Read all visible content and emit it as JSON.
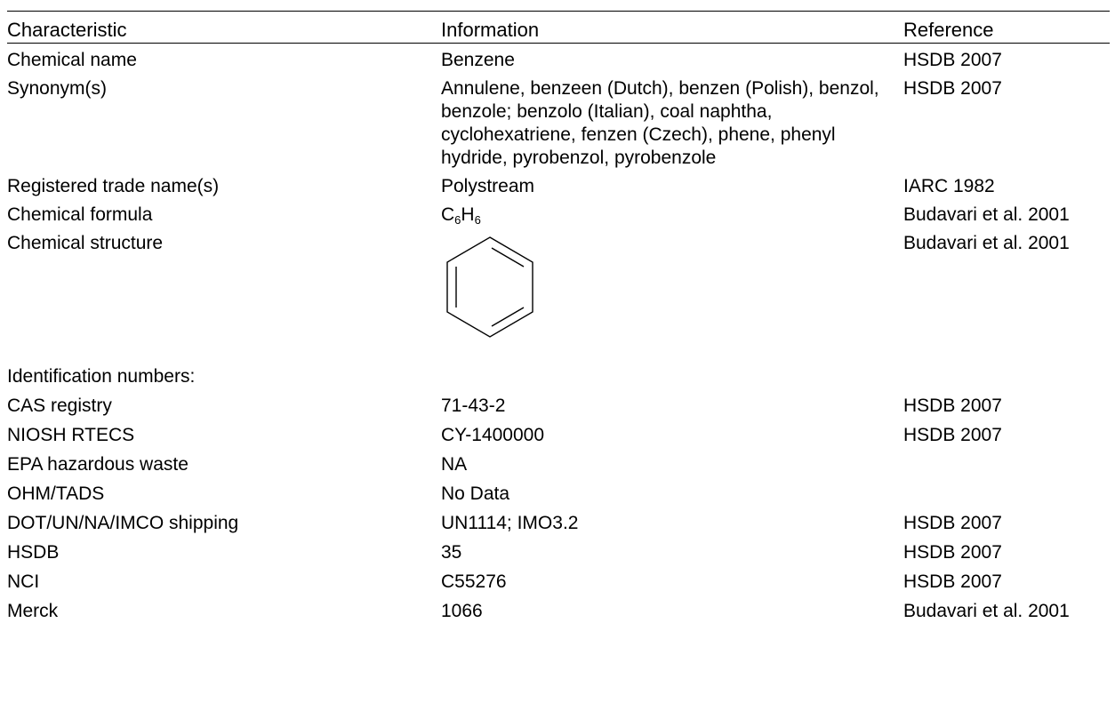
{
  "table": {
    "headers": {
      "characteristic": "Characteristic",
      "information": "Information",
      "reference": "Reference"
    },
    "rows": [
      {
        "characteristic": "Chemical name",
        "information": "Benzene",
        "reference": "HSDB 2007"
      },
      {
        "characteristic": "Synonym(s)",
        "information": "Annulene, benzeen (Dutch), benzen (Polish), benzol, benzole; benzolo (Italian), coal naphtha, cyclohexatriene, fenzen (Czech), phene, phenyl hydride, pyrobenzol, pyrobenzole",
        "reference": "HSDB 2007"
      },
      {
        "characteristic": "Registered trade name(s)",
        "information": "Polystream",
        "reference": "IARC 1982"
      },
      {
        "characteristic": "Chemical formula",
        "information_c": "C",
        "information_sub1": "6",
        "information_h": "H",
        "information_sub2": "6",
        "reference": "Budavari et al. 2001"
      },
      {
        "characteristic": "Chemical structure",
        "reference": "Budavari et al. 2001"
      },
      {
        "characteristic": "Identification numbers:"
      },
      {
        "characteristic": "CAS registry",
        "information": "71-43-2",
        "reference": "HSDB 2007"
      },
      {
        "characteristic": "NIOSH RTECS",
        "information": "CY-1400000",
        "reference": "HSDB 2007"
      },
      {
        "characteristic": "EPA hazardous waste",
        "information": "NA"
      },
      {
        "characteristic": "OHM/TADS",
        "information": "No Data"
      },
      {
        "characteristic": "DOT/UN/NA/IMCO shipping",
        "information": "UN1114; IMO3.2",
        "reference": "HSDB 2007"
      },
      {
        "characteristic": "HSDB",
        "information": "35",
        "reference": "HSDB 2007"
      },
      {
        "characteristic": "NCI",
        "information": "C55276",
        "reference": "HSDB 2007"
      },
      {
        "characteristic": "Merck",
        "information": "1066",
        "reference": "Budavari et al. 2001"
      }
    ]
  }
}
